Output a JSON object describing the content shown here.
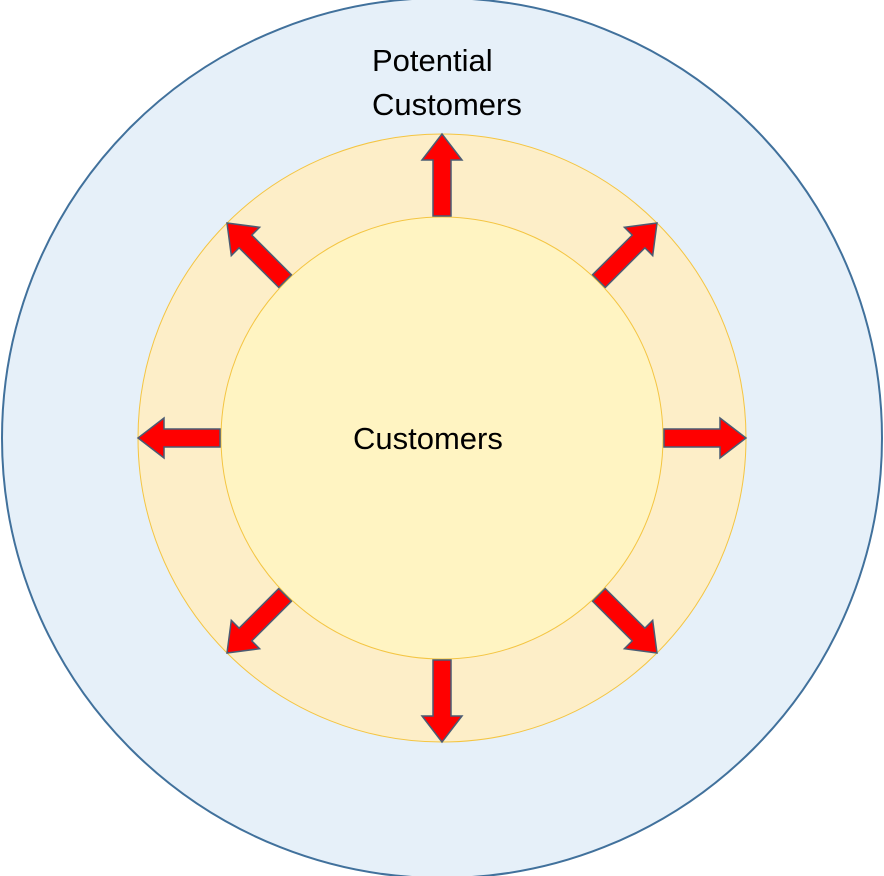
{
  "labels": {
    "outer_line1": "Potential",
    "outer_line2": "Customers",
    "inner": "Customers"
  },
  "colors": {
    "outer_fill": "#e6f0f9",
    "outer_stroke": "#41719c",
    "ring_fill": "#fdeec8",
    "ring_stroke": "#f4c542",
    "inner_fill": "#fff4c2",
    "inner_stroke": "#f4c542",
    "arrow_fill": "#ff0000",
    "arrow_stroke": "#4a5b73"
  },
  "arrows": {
    "count": 8,
    "direction": "outward"
  }
}
